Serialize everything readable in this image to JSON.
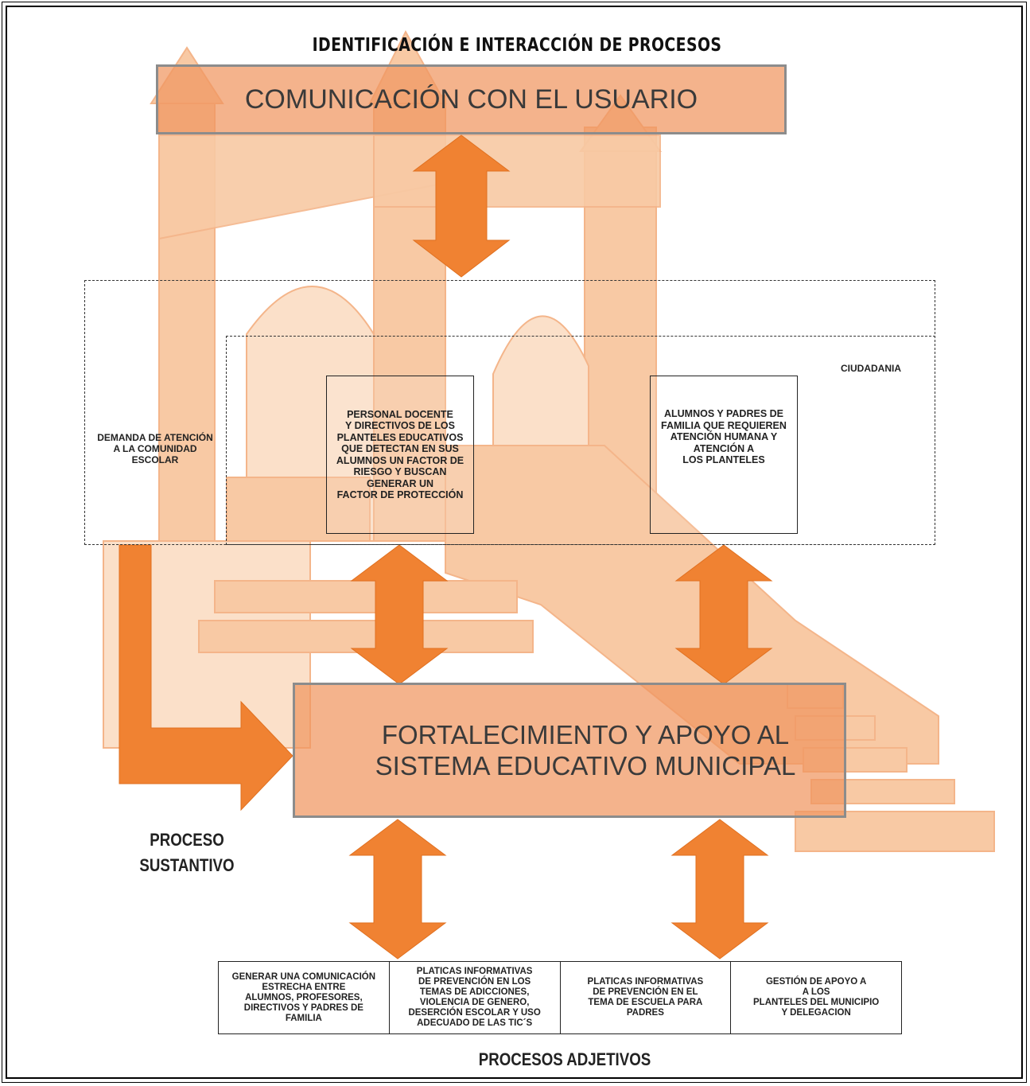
{
  "title": "IDENTIFICACIÓN E INTERACCIÓN DE PROCESOS",
  "top_banner": "COMUNICACIÓN CON EL USUARIO",
  "main_banner": "FORTALECIMIENTO Y APOYO AL\nSISTEMA EDUCATIVO  MUNICIPAL",
  "demand_label": "DEMANDA DE ATENCIÓN\nA LA COMUNIDAD\nESCOLAR",
  "ciudadania_label": "CIUDADANIA",
  "box_personal": "PERSONAL DOCENTE\nY DIRECTIVOS DE LOS\nPLANTELES EDUCATIVOS\nQUE DETECTAN EN SUS\nALUMNOS UN FACTOR DE\nRIESGO Y BUSCAN\nGENERAR UN\nFACTOR DE PROTECCIÓN",
  "box_alumnos": "ALUMNOS Y PADRES DE\nFAMILIA QUE REQUIEREN\nATENCIÓN HUMANA Y\nATENCIÓN A\nLOS PLANTELES",
  "proceso_sustantivo": "PROCESO\nSUSTANTIVO",
  "procesos_adjetivos": "PROCESOS ADJETIVOS",
  "adjetivos_cells": [
    "GENERAR UNA COMUNICACIÓN\nESTRECHA ENTRE\nALUMNOS, PROFESORES,\nDIRECTIVOS Y PADRES DE\nFAMILIA",
    "PLATICAS INFORMATIVAS\nDE PREVENCIÓN EN LOS\nTEMAS DE ADICCIONES,\nVIOLENCIA DE GENERO,\nDESERCIÓN ESCOLAR Y USO\nADECUADO DE LAS TIC´S",
    "PLATICAS INFORMATIVAS\nDE PREVENCIÓN EN EL\nTEMA DE ESCUELA PARA\nPADRES",
    "GESTIÓN DE APOYO A\nA LOS\nPLANTELES DEL MUNICIPIO\nY DELEGACION"
  ],
  "colors": {
    "arrow": "#f08232",
    "banner": "#f0965f",
    "illustration": "#f8c9a4"
  },
  "illustration": "building-staircase"
}
